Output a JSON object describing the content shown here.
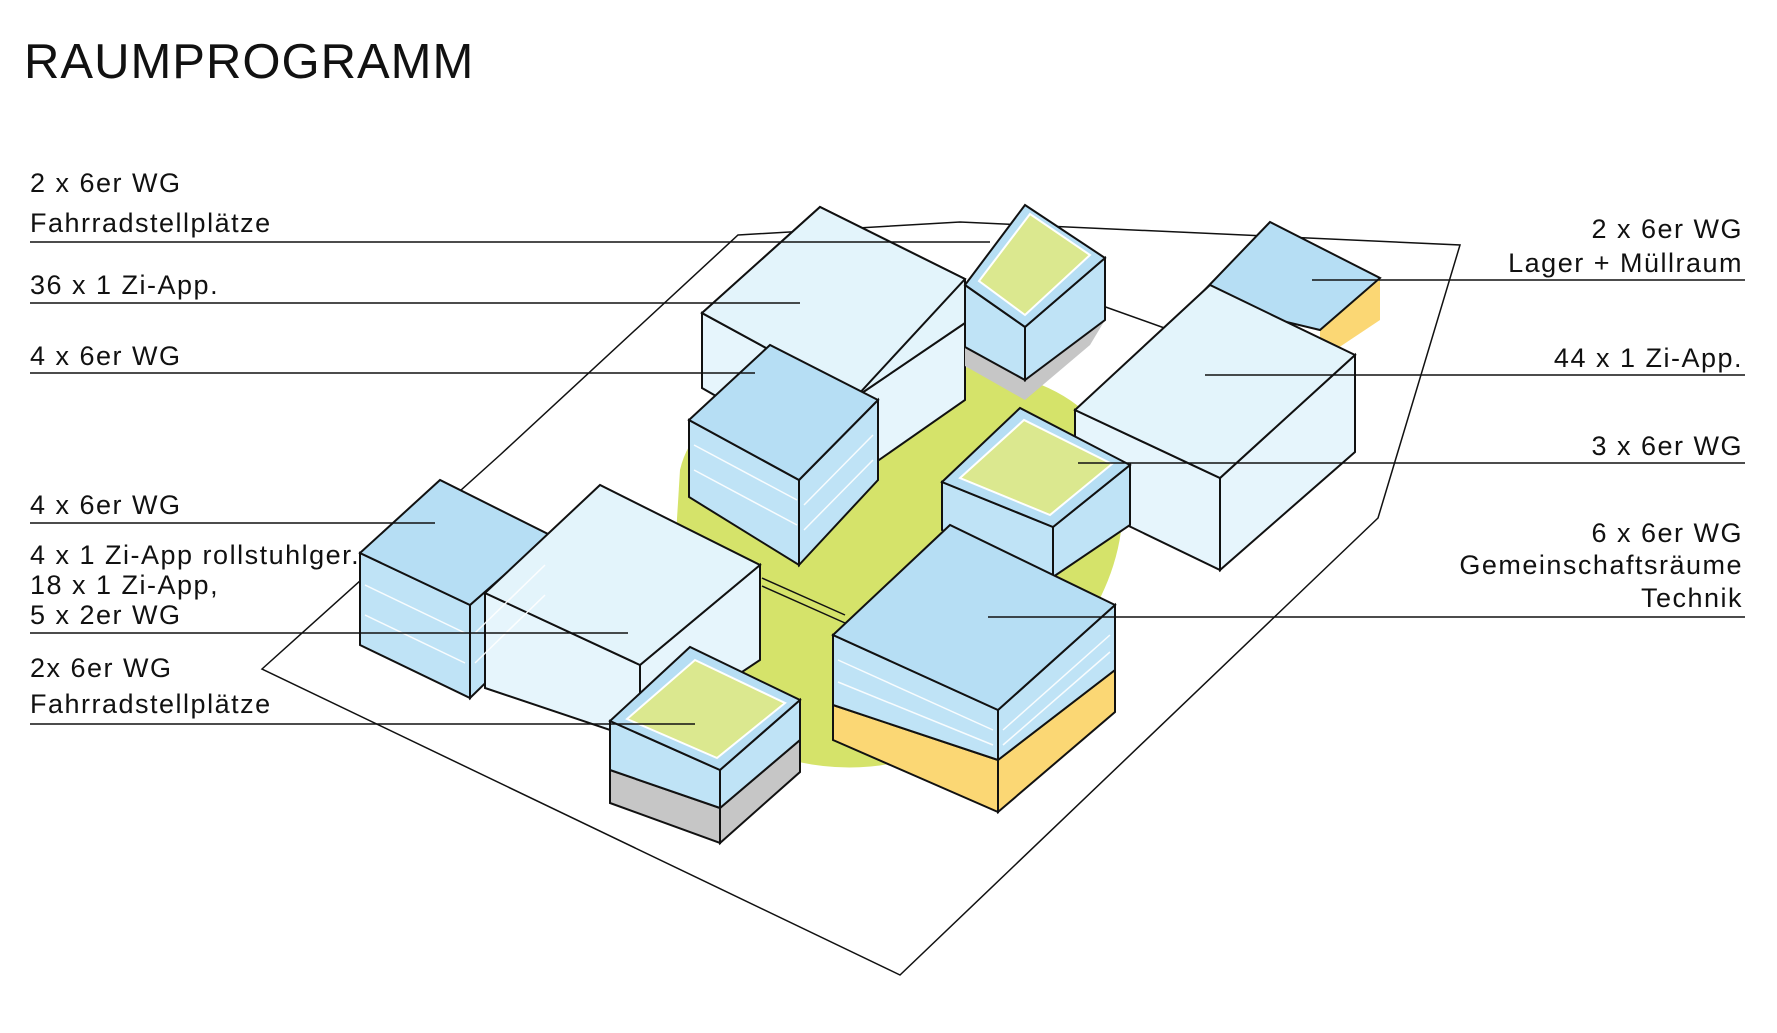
{
  "title": "RAUMPROGRAMM",
  "colors": {
    "lawn": "#d5e36a",
    "roof_blue": "#b6def4",
    "roof_light": "#e3f4fb",
    "roof_green": "#dbe88f",
    "facade_blue": "#bfe3f6",
    "facade_light": "#e6f5fc",
    "grey_base": "#c6c6c6",
    "yellow_base": "#fbd774",
    "line": "#111111"
  },
  "labels_left": [
    {
      "lines": [
        "2 x 6er WG",
        "Fahrradstellplätze"
      ]
    },
    {
      "lines": [
        "36 x 1 Zi-App."
      ]
    },
    {
      "lines": [
        "4 x 6er WG"
      ]
    },
    {
      "lines": [
        "4 x 6er WG"
      ]
    },
    {
      "lines": [
        "4 x 1 Zi-App rollstuhlger.",
        "18 x 1 Zi-App,",
        "5 x 2er WG"
      ]
    },
    {
      "lines": [
        "2x 6er WG",
        "Fahrradstellplätze"
      ]
    }
  ],
  "labels_right": [
    {
      "lines": [
        "2 x 6er WG",
        "Lager + Müllraum"
      ]
    },
    {
      "lines": [
        "44 x 1 Zi-App."
      ]
    },
    {
      "lines": [
        "3 x 6er WG"
      ]
    },
    {
      "lines": [
        "6 x 6er WG",
        "Gemeinschaftsräume",
        "Technik"
      ]
    }
  ]
}
